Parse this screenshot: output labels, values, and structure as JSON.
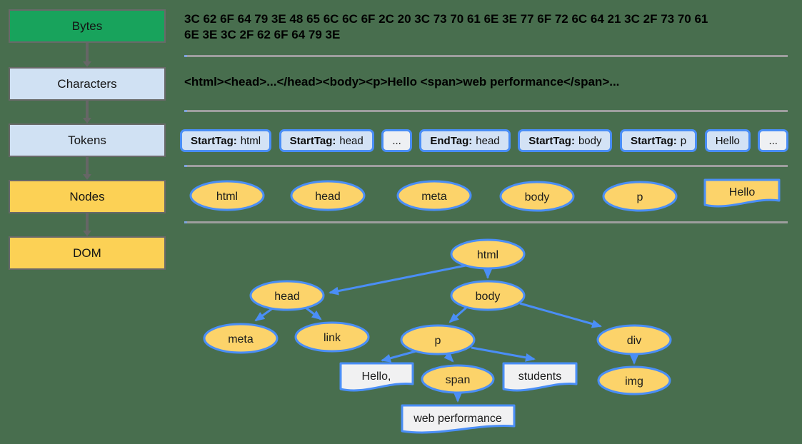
{
  "pipeline": {
    "stages": [
      {
        "label": "Bytes"
      },
      {
        "label": "Characters"
      },
      {
        "label": "Tokens"
      },
      {
        "label": "Nodes"
      },
      {
        "label": "DOM"
      }
    ]
  },
  "bytes_row": {
    "line1": "3C 62 6F 64 79 3E 48 65 6C 6C 6F 2C 20 3C 73 70 61 6E 3E 77 6F 72 6C 64 21 3C 2F 73 70 61",
    "line2": "6E 3E 3C 2F 62 6F 64 79 3E"
  },
  "characters_row": {
    "text": "<html><head>...</head><body><p>Hello <span>web performance</span>..."
  },
  "tokens_row": {
    "tokens": [
      {
        "label": "StartTag:",
        "value": "html"
      },
      {
        "label": "StartTag:",
        "value": "head"
      },
      {
        "value": "..."
      },
      {
        "label": "EndTag:",
        "value": "head"
      },
      {
        "label": "StartTag:",
        "value": "body"
      },
      {
        "label": "StartTag:",
        "value": "p"
      },
      {
        "value": "Hello"
      },
      {
        "value": "..."
      }
    ]
  },
  "nodes_row": {
    "elements": [
      "html",
      "head",
      "meta",
      "body",
      "p"
    ],
    "text_node": "Hello"
  },
  "dom_tree": {
    "nodes": {
      "html": "html",
      "head": "head",
      "body": "body",
      "meta": "meta",
      "link": "link",
      "p": "p",
      "div": "div",
      "span": "span",
      "img": "img",
      "text_hello": "Hello,",
      "text_students": "students",
      "text_webperf": "web performance"
    },
    "edges": [
      [
        "html",
        "head"
      ],
      [
        "html",
        "body"
      ],
      [
        "head",
        "meta"
      ],
      [
        "head",
        "link"
      ],
      [
        "body",
        "p"
      ],
      [
        "body",
        "div"
      ],
      [
        "p",
        "text_hello"
      ],
      [
        "p",
        "span"
      ],
      [
        "p",
        "text_students"
      ],
      [
        "span",
        "text_webperf"
      ],
      [
        "div",
        "img"
      ]
    ]
  },
  "colors": {
    "background": "#486e4e",
    "bytes_stage_fill": "#18a35c",
    "text_stage_fill": "#d0e1f3",
    "node_stage_fill": "#fcd155",
    "ellipse_fill": "#fcd36a",
    "blue_stroke": "#4a8ef6",
    "doc_fill": "#f1f1f2",
    "divider": "#9e9e9e"
  }
}
